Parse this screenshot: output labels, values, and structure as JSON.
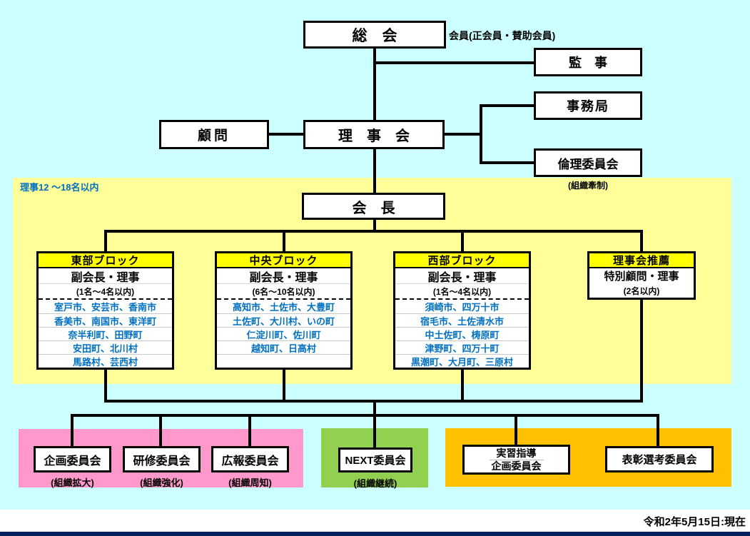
{
  "org": {
    "general_assembly": "総　会",
    "general_assembly_note": "会員(正会員・賛助会員)",
    "auditor": "監　事",
    "secretariat": "事務局",
    "ethics_committee": "倫理委員会",
    "ethics_note": "(組織牽制)",
    "advisor": "顧問",
    "board": "理　事　会",
    "president": "会　長",
    "band_note": "理事12 〜18名以内"
  },
  "blocks": [
    {
      "header": "東部ブロック",
      "role": "副会長・理事",
      "count": "(1名〜4名以内)",
      "rows": [
        "室戸市、安芸市、香南市",
        "香美市、南国市、東洋町",
        "奈半利町、田野町",
        "安田町、北川村",
        "馬路村、芸西村"
      ]
    },
    {
      "header": "中央ブロック",
      "role": "副会長・理事",
      "count": "(6名〜10名以内)",
      "rows": [
        "高知市、土佐市、大豊町",
        "土佐町、大川村、いの町",
        "仁淀川町、佐川町",
        "越知町、日高村",
        ""
      ]
    },
    {
      "header": "西部ブロック",
      "role": "副会長・理事",
      "count": "(1名〜4名以内)",
      "rows": [
        "須崎市、四万十市",
        "宿毛市、土佐清水市",
        "中土佐町、梼原町",
        "津野町、四万十町",
        "黒潮町、大月町、三原村"
      ]
    },
    {
      "header": "理事会推薦",
      "role": "特別顧問・理事",
      "count": "(2名以内)",
      "rows": []
    }
  ],
  "committees": {
    "planning": {
      "label": "企画委員会",
      "note": "(組織拡大)"
    },
    "training": {
      "label": "研修委員会",
      "note": "(組織強化)"
    },
    "pr": {
      "label": "広報委員会",
      "note": "(組織周知)"
    },
    "next": {
      "label": "NEXT委員会",
      "note": "(組織継続)"
    },
    "practice_guidance": {
      "line1": "実習指導",
      "line2": "企画委員会"
    },
    "award_selection": {
      "label": "表彰選考委員会"
    }
  },
  "footer": {
    "date": "令和2年5月15日:現在"
  },
  "colors": {
    "background": "#CCFFFF",
    "yellow_band": "#FFFF99",
    "block_header": "#FFFF00",
    "pink_area": "#FF99CC",
    "green_area": "#92D050",
    "orange_area": "#FFC000",
    "navy_bar": "#002060",
    "blue_text": "#0070C0"
  }
}
